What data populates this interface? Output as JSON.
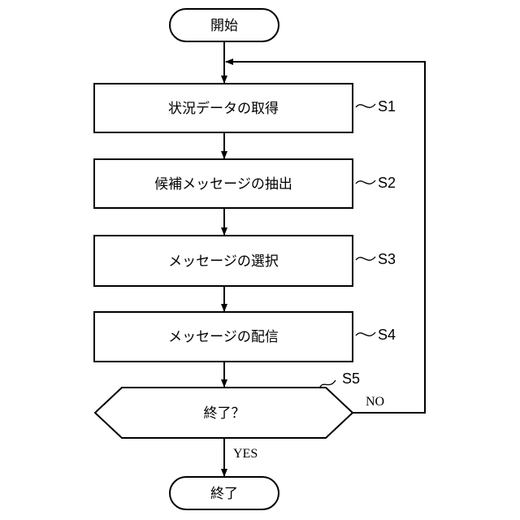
{
  "flowchart": {
    "start": {
      "label": "開始"
    },
    "steps": [
      {
        "id": "S1",
        "label": "状況データの取得"
      },
      {
        "id": "S2",
        "label": "候補メッセージの抽出"
      },
      {
        "id": "S3",
        "label": "メッセージの選択"
      },
      {
        "id": "S4",
        "label": "メッセージの配信"
      }
    ],
    "decision": {
      "id": "S5",
      "label": "終了？",
      "yes_label": "YES",
      "no_label": "NO"
    },
    "end": {
      "label": "終了"
    }
  }
}
